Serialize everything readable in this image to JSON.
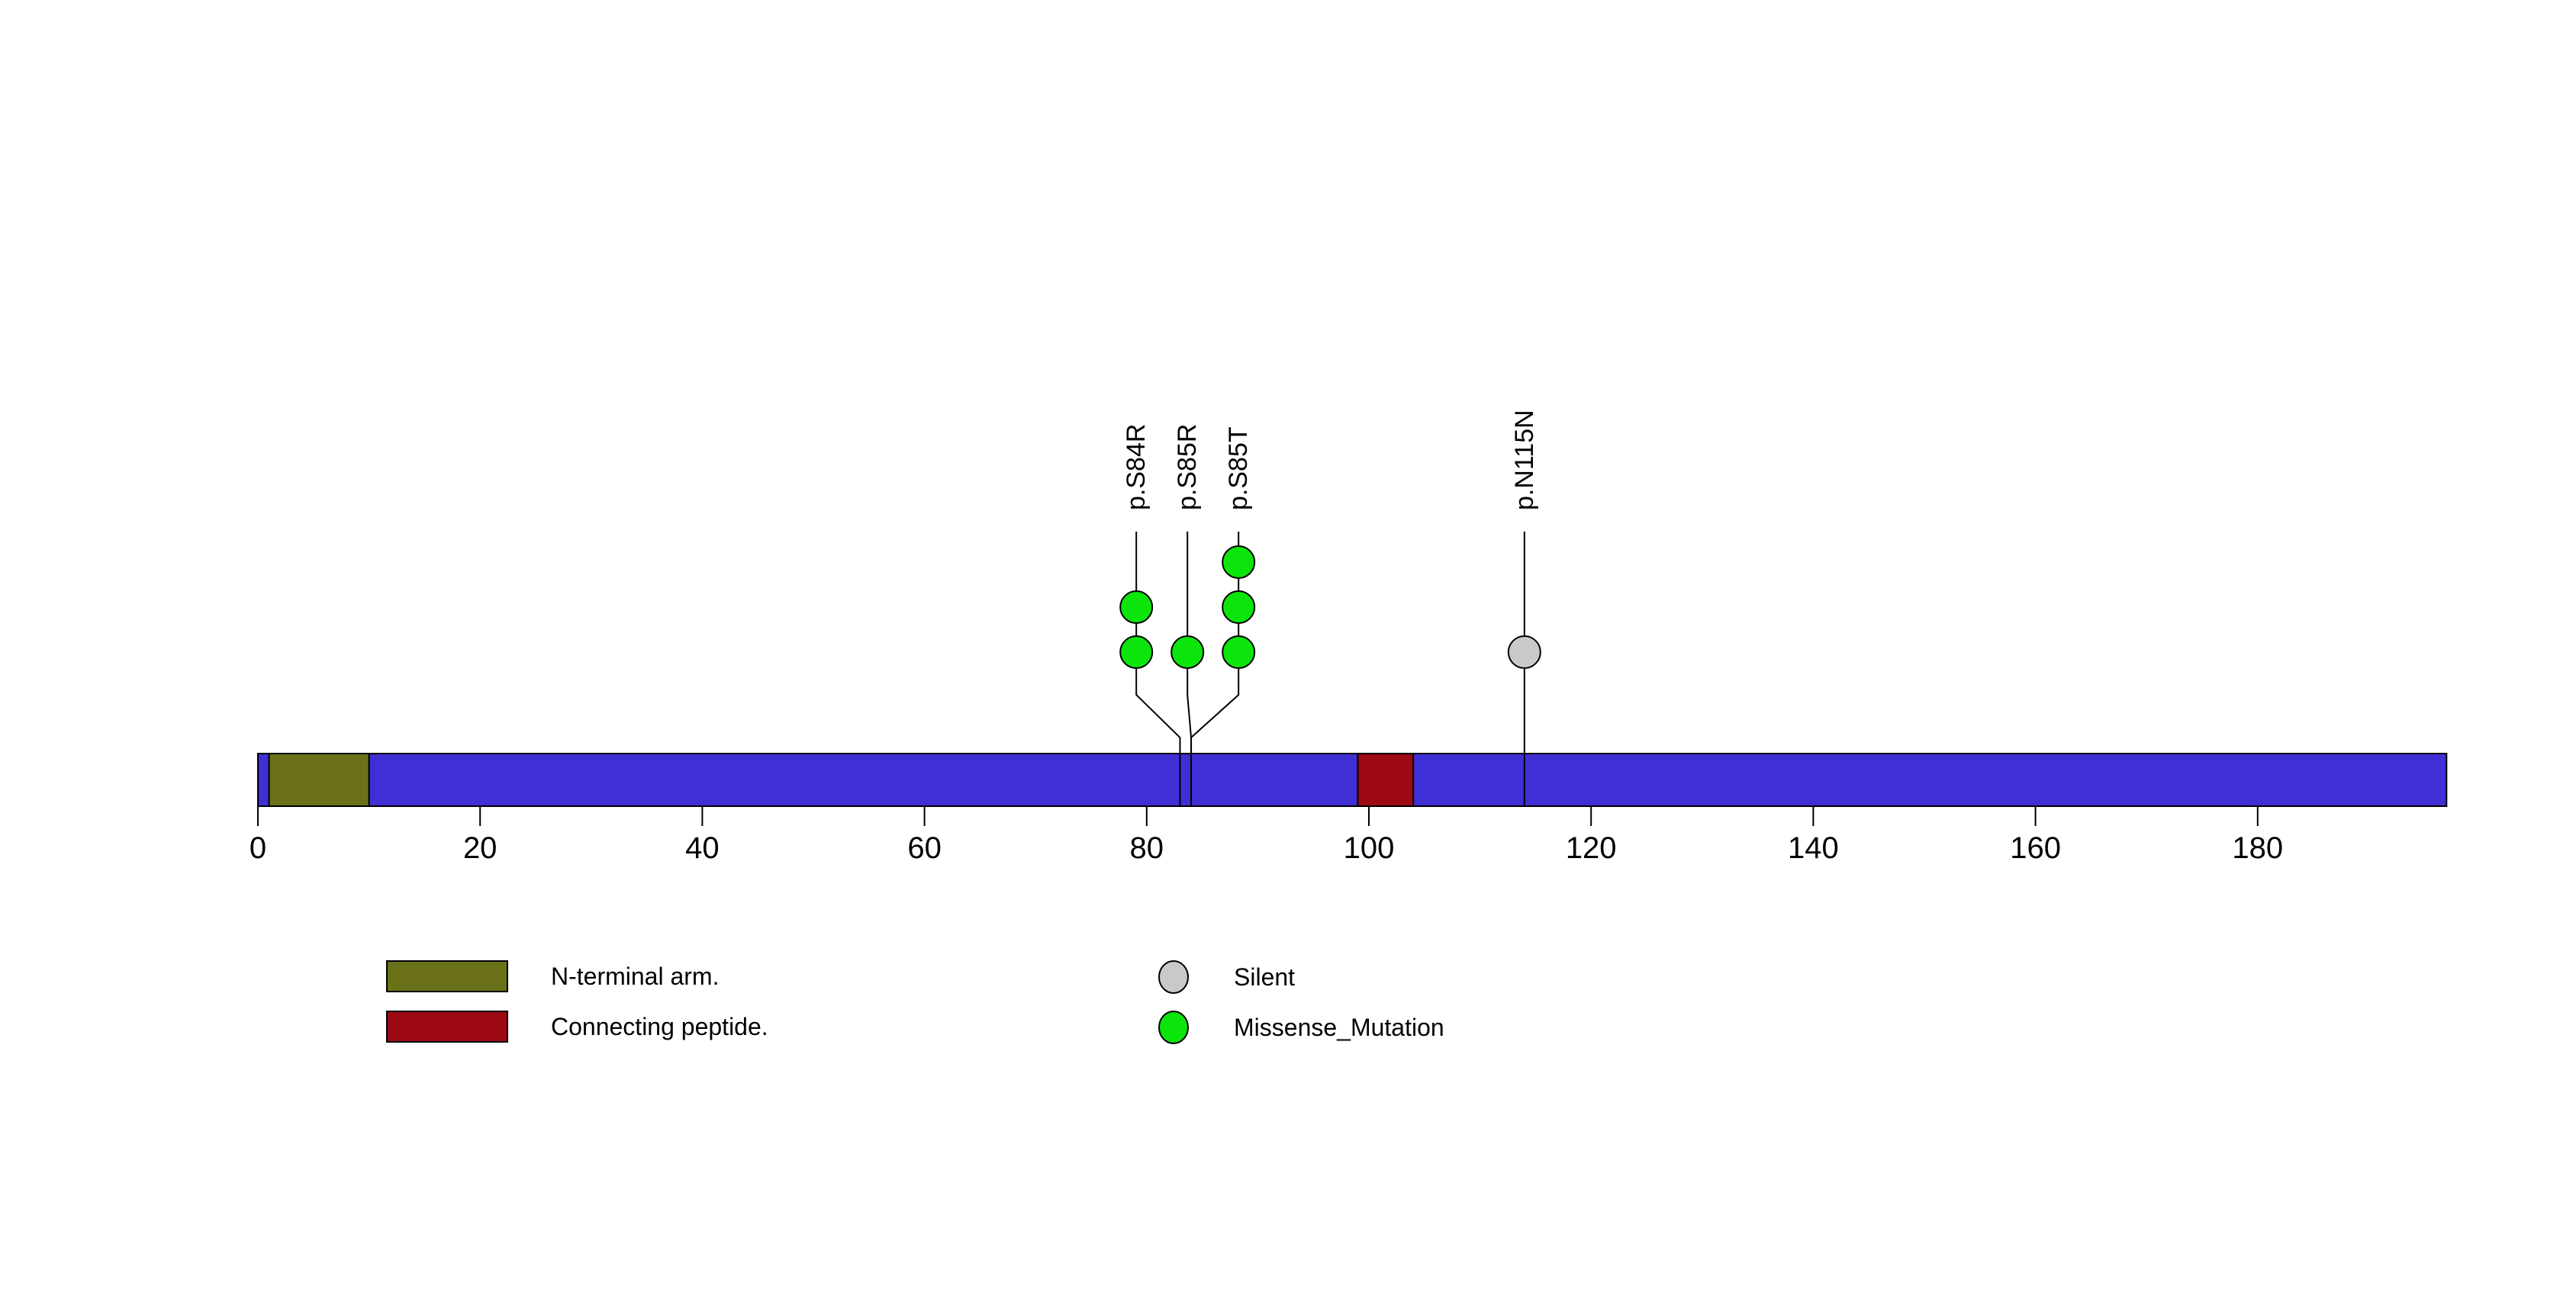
{
  "chart_data": {
    "type": "lollipop",
    "title": "",
    "xlabel": "",
    "ylabel": "",
    "protein_length": 197,
    "xlim": [
      0,
      197
    ],
    "axis_ticks": [
      0,
      20,
      40,
      60,
      80,
      100,
      120,
      140,
      160,
      180
    ],
    "backbone_color": "#402fd5",
    "outline_color": "#000000",
    "domains": [
      {
        "name": "N-terminal arm.",
        "start": 1,
        "end": 10,
        "color": "#6a7119"
      },
      {
        "name": "Connecting peptide.",
        "start": 99,
        "end": 104,
        "color": "#9e0a14"
      }
    ],
    "mutations": [
      {
        "label": "p.S84R",
        "position": 84,
        "type": "Missense_Mutation",
        "count": 2
      },
      {
        "label": "p.S85R",
        "position": 85,
        "type": "Missense_Mutation",
        "count": 1
      },
      {
        "label": "p.S85T",
        "position": 85,
        "type": "Missense_Mutation",
        "count": 3
      },
      {
        "label": "p.N115N",
        "position": 115,
        "type": "Silent",
        "count": 1
      }
    ],
    "mutation_types": [
      {
        "name": "Silent",
        "color": "#c9c9c9"
      },
      {
        "name": "Missense_Mutation",
        "color": "#0ce50c"
      }
    ],
    "legend": {
      "domain_items": [
        {
          "label": "N-terminal arm.",
          "color": "#6a7119"
        },
        {
          "label": "Connecting peptide.",
          "color": "#9e0a14"
        }
      ],
      "mutation_items": [
        {
          "label": "Silent",
          "color": "#c9c9c9"
        },
        {
          "label": "Missense_Mutation",
          "color": "#0ce50c"
        }
      ],
      "position": "bottom"
    },
    "grid": false
  }
}
